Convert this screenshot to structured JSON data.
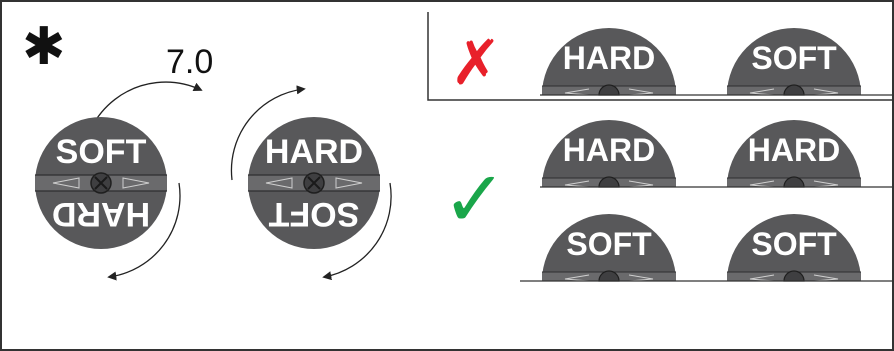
{
  "header": {
    "asterisk": "✱",
    "version": "7.0"
  },
  "knobs": [
    {
      "top": "SOFT",
      "bottom": "HARD"
    },
    {
      "top": "HARD",
      "bottom": "SOFT"
    }
  ],
  "wrong": {
    "mark": "✗",
    "color": "#e8202a",
    "dials": [
      "HARD",
      "SOFT"
    ]
  },
  "right": {
    "mark": "✓",
    "color": "#1aa64a",
    "rows": [
      [
        "HARD",
        "HARD"
      ],
      [
        "SOFT",
        "SOFT"
      ]
    ]
  },
  "colors": {
    "dial": "#58585a",
    "dial_dark": "#3f3f41",
    "line": "#222222"
  }
}
